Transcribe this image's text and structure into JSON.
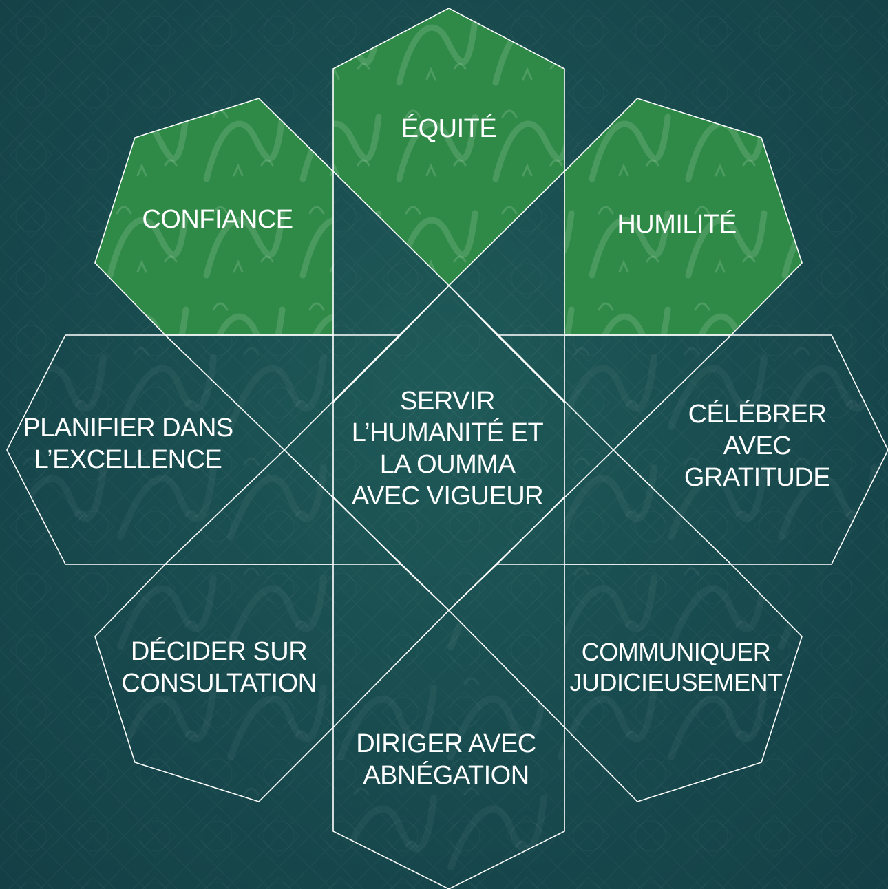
{
  "center": {
    "text": "SERVIR\nL’HUMANITÉ ET\nLA OUMMA\nAVEC VIGUEUR"
  },
  "values": [
    {
      "id": "confiance",
      "text": "CONFIANCE",
      "fill": "#2f8a47"
    },
    {
      "id": "equite",
      "text": "ÉQUITÉ",
      "fill": "#2f8a47"
    },
    {
      "id": "humilite",
      "text": "HUMILITÉ",
      "fill": "#2f8a47"
    }
  ],
  "behaviours": [
    {
      "id": "planifier",
      "text": "PLANIFIER DANS\nL’EXCELLENCE"
    },
    {
      "id": "celebrer",
      "text": "CÉLÉBRER AVEC\nGRATITUDE"
    },
    {
      "id": "decider",
      "text": "DÉCIDER SUR\nCONSULTATION"
    },
    {
      "id": "communiquer",
      "text": "COMMUNIQUER\nJUDICIEUSEMENT"
    },
    {
      "id": "diriger",
      "text": "DIRIGER AVEC\nABNÉGATION"
    }
  ],
  "colors": {
    "background": "#184a4e",
    "value_fill": "#2f8a47",
    "outline": "#ffffff",
    "text": "#ffffff"
  }
}
